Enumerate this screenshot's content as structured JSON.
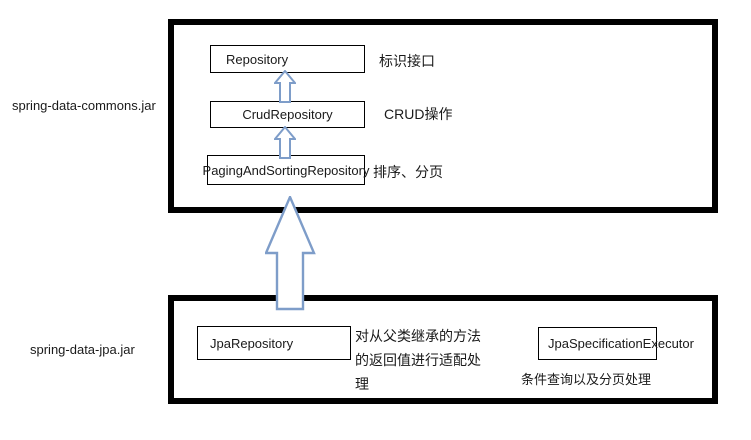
{
  "diagram": {
    "kind": "spring-data repository inheritance diagram",
    "colors": {
      "background": "#ffffff",
      "outer_box_border": "#000000",
      "interface_box_border": "#000000",
      "arrow_outline": "#7e9dc9",
      "arrow_fill": "#ffffff",
      "text": "#1a1a1a"
    },
    "jars": {
      "commons": {
        "label": "spring-data-commons.jar",
        "interfaces": [
          {
            "name": "Repository",
            "note": "标识接口"
          },
          {
            "name": "CrudRepository",
            "note": "CRUD操作"
          },
          {
            "name": "PagingAndSortingRepository",
            "note": "排序、分页"
          }
        ]
      },
      "jpa": {
        "label": "spring-data-jpa.jar",
        "interfaces": [
          {
            "name": "JpaRepository",
            "note": "对从父类继承的方法的返回值进行适配处理"
          },
          {
            "name": "JpaSpecificationExecutor",
            "note": "条件查询以及分页处理"
          }
        ]
      }
    },
    "arrows": [
      {
        "from": "CrudRepository",
        "to": "Repository",
        "meaning": "extends"
      },
      {
        "from": "PagingAndSortingRepository",
        "to": "CrudRepository",
        "meaning": "extends"
      },
      {
        "from": "JpaRepository",
        "to": "PagingAndSortingRepository",
        "meaning": "extends"
      }
    ]
  }
}
